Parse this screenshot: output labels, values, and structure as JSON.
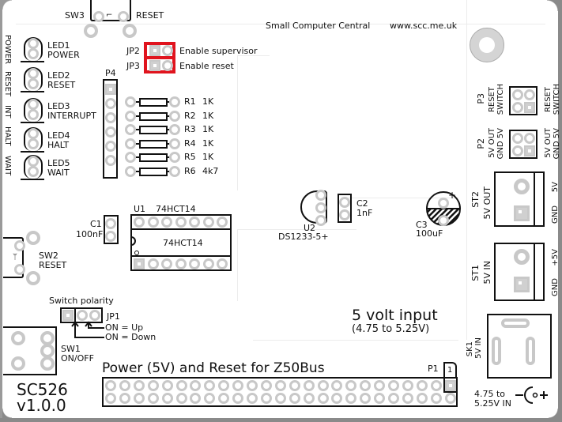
{
  "board": {
    "name": "SC526",
    "version": "v1.0.0",
    "title": "Power (5V) and Reset for Z50Bus",
    "company": "Small Computer Central",
    "url": "www.scc.me.uk",
    "highlight_color": "#e0141e",
    "silkscreen_color": "#111111",
    "pad_color": "#c8c8c8"
  },
  "side_labels": [
    "POWER",
    "RESET",
    "INT",
    "HALT",
    "WAIT"
  ],
  "sw3": {
    "ref": "SW3",
    "label": "RESET"
  },
  "jumpers_top": [
    {
      "ref": "JP2",
      "label": "Enable supervisor"
    },
    {
      "ref": "JP3",
      "label": "Enable reset"
    }
  ],
  "leds": [
    {
      "ref": "LED1",
      "label": "POWER"
    },
    {
      "ref": "LED2",
      "label": "RESET"
    },
    {
      "ref": "LED3",
      "label": "INTERRUPT"
    },
    {
      "ref": "LED4",
      "label": "HALT"
    },
    {
      "ref": "LED5",
      "label": "WAIT"
    }
  ],
  "p4": {
    "ref": "P4"
  },
  "resistors": [
    {
      "ref": "R1",
      "value": "1K"
    },
    {
      "ref": "R2",
      "value": "1K"
    },
    {
      "ref": "R3",
      "value": "1K"
    },
    {
      "ref": "R4",
      "value": "1K"
    },
    {
      "ref": "R5",
      "value": "1K"
    },
    {
      "ref": "R6",
      "value": "4k7"
    }
  ],
  "p3": {
    "ref": "P3",
    "label_a": "RESET",
    "label_b": "SWITCH"
  },
  "p2": {
    "ref": "P2",
    "label_a": "5V OUT",
    "label_b": "GND 5V"
  },
  "st2": {
    "ref": "ST2",
    "label": "5V OUT",
    "pin_top": "5V",
    "pin_bottom": "GND"
  },
  "st1": {
    "ref": "ST1",
    "label": "5V IN",
    "pin_top": "+5V",
    "pin_bottom": "GND"
  },
  "u2": {
    "ref": "U2",
    "part": "DS1233-5+"
  },
  "c2": {
    "ref": "C2",
    "value": "1nF"
  },
  "c3": {
    "ref": "C3",
    "value": "100uF",
    "polarity": "+"
  },
  "c1": {
    "ref": "C1",
    "value": "100nF"
  },
  "u1": {
    "ref": "U1",
    "part": "74HCT14",
    "body_label": "74HCT14"
  },
  "sw2": {
    "ref": "SW2",
    "label": "RESET"
  },
  "jp1": {
    "ref": "JP1",
    "title": "Switch polarity",
    "on_up": "ON = Up",
    "on_down": "ON = Down"
  },
  "sw1": {
    "ref": "SW1",
    "label": "ON/OFF"
  },
  "input_note": {
    "title": "5 volt input",
    "range": "(4.75 to 5.25V)"
  },
  "sk1": {
    "ref": "SK1",
    "label": "5V IN",
    "spec_line1": "4.75 to",
    "spec_line2": "5.25V IN",
    "symbol": "−(•+"
  },
  "p1": {
    "ref": "P1",
    "pin1": "1"
  }
}
